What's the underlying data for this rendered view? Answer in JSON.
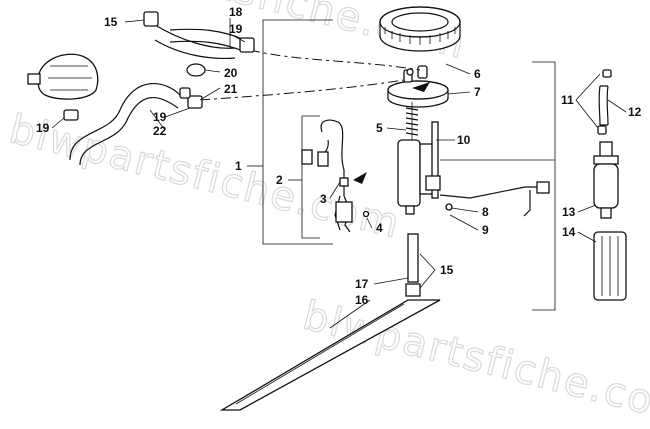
{
  "watermark": {
    "text": "blwpartsfiche.com"
  },
  "callouts": [
    {
      "id": "c1",
      "text": "1"
    },
    {
      "id": "c2",
      "text": "2"
    },
    {
      "id": "c3",
      "text": "3"
    },
    {
      "id": "c4",
      "text": "4"
    },
    {
      "id": "c5",
      "text": "5"
    },
    {
      "id": "c6",
      "text": "6"
    },
    {
      "id": "c7",
      "text": "7"
    },
    {
      "id": "c8",
      "text": "8"
    },
    {
      "id": "c9",
      "text": "9"
    },
    {
      "id": "c10",
      "text": "10"
    },
    {
      "id": "c11",
      "text": "11"
    },
    {
      "id": "c12",
      "text": "12"
    },
    {
      "id": "c13",
      "text": "13"
    },
    {
      "id": "c14",
      "text": "14"
    },
    {
      "id": "c15a",
      "text": "15"
    },
    {
      "id": "c15b",
      "text": "15"
    },
    {
      "id": "c16",
      "text": "16"
    },
    {
      "id": "c17",
      "text": "17"
    },
    {
      "id": "c18",
      "text": "18"
    },
    {
      "id": "c19a",
      "text": "19"
    },
    {
      "id": "c19b",
      "text": "19"
    },
    {
      "id": "c19c",
      "text": "19"
    },
    {
      "id": "c20",
      "text": "20"
    },
    {
      "id": "c21",
      "text": "21"
    },
    {
      "id": "c22",
      "text": "22"
    }
  ]
}
